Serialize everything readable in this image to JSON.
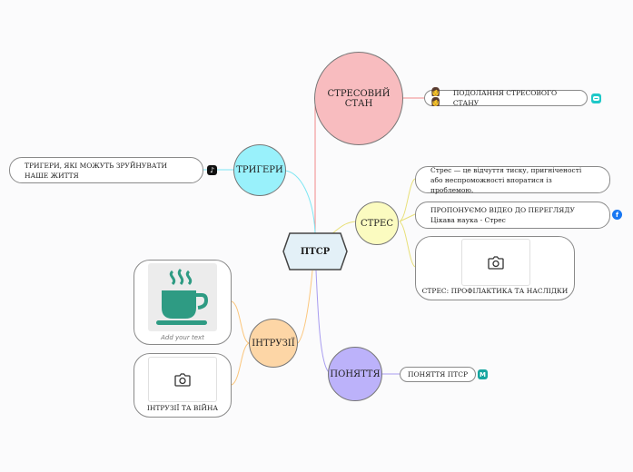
{
  "central": {
    "label": "ПТСР"
  },
  "branches": {
    "stress_state": {
      "label": "СТРЕСОВИЙ  СТАН",
      "color": "#f8bcbf",
      "note": "ПОДОЛАННЯ СТРЕСОВОГО СТАНУ",
      "note_icon": "people-emoji-icon",
      "badge_icon": "chat-bubble-icon",
      "badge_color": "#1ec8c8"
    },
    "triggers": {
      "label": "ТРИГЕРИ",
      "color": "#99f1fb",
      "note": "ТРИГЕРИ, ЯКІ МОЖУТЬ ЗРУЙНУВАТИ НАШЕ ЖИТТЯ",
      "badge_icon": "tiktok-icon",
      "badge_color": "#111111"
    },
    "stress": {
      "label": "СТРЕС",
      "color": "#fbfbc0",
      "note1": "Стрес — це відчуття тиску, пригніченості або неспроможності впоратися із проблемою.",
      "note2": "ПРОПОНУЄМО ВІДЕО ДО ПЕРЕГЛЯДУ Цікава наука - Стрес",
      "note2_badge": "facebook-icon",
      "badge_color": "#1877f2",
      "card_caption": "СТРЕС: ПРОФІЛАКТИКА ТА НАСЛІДКИ"
    },
    "intrusions": {
      "label": "ІНТРУЗІЇ",
      "color": "#fdd6a6",
      "card1_caption": "Add your text",
      "card2_caption": "ІНТРУЗІЇ ТА ВІЙНА"
    },
    "concept": {
      "label": "ПОНЯТТЯ",
      "color": "#bcb2fa",
      "note": "ПОНЯТТЯ ПТСР",
      "badge_text": "M",
      "badge_color": "#16a6a0"
    }
  }
}
